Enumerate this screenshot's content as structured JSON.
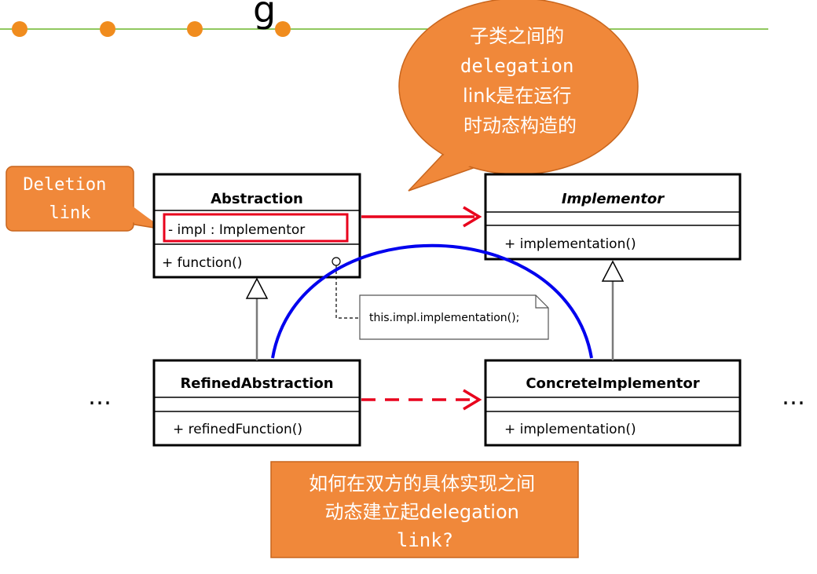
{
  "slide": {
    "title_fragment": "g"
  },
  "classes": {
    "abstraction": {
      "name": "Abstraction",
      "attribute": "- impl : Implementor",
      "operation": "+ function()"
    },
    "implementor": {
      "name": "Implementor",
      "operation": "+ implementation()"
    },
    "refined": {
      "name": "RefinedAbstraction",
      "operation": "+ refinedFunction()"
    },
    "concrete": {
      "name": "ConcreteImplementor",
      "operation": "+ implementation()"
    }
  },
  "note": {
    "text": "this.impl.implementation();"
  },
  "callouts": {
    "deletion_link": {
      "lines": [
        "Deletion",
        "link"
      ]
    },
    "speech_bubble": {
      "lines": [
        "子类之间的",
        "delegation",
        "link是在运行",
        "时动态构造的"
      ]
    },
    "question_box": {
      "lines": [
        "如何在双方的具体实现之间",
        "动态建立起delegation",
        "link?"
      ]
    }
  },
  "ellipsis_left": "…",
  "ellipsis_right": "…",
  "colors": {
    "callout_orange": "#F0883A",
    "callout_border": "#C8651D",
    "highlight_red": "#E8001C",
    "arc_blue": "#0000EE",
    "deco_green": "#6BB52A",
    "deco_orange": "#F08C1E"
  }
}
